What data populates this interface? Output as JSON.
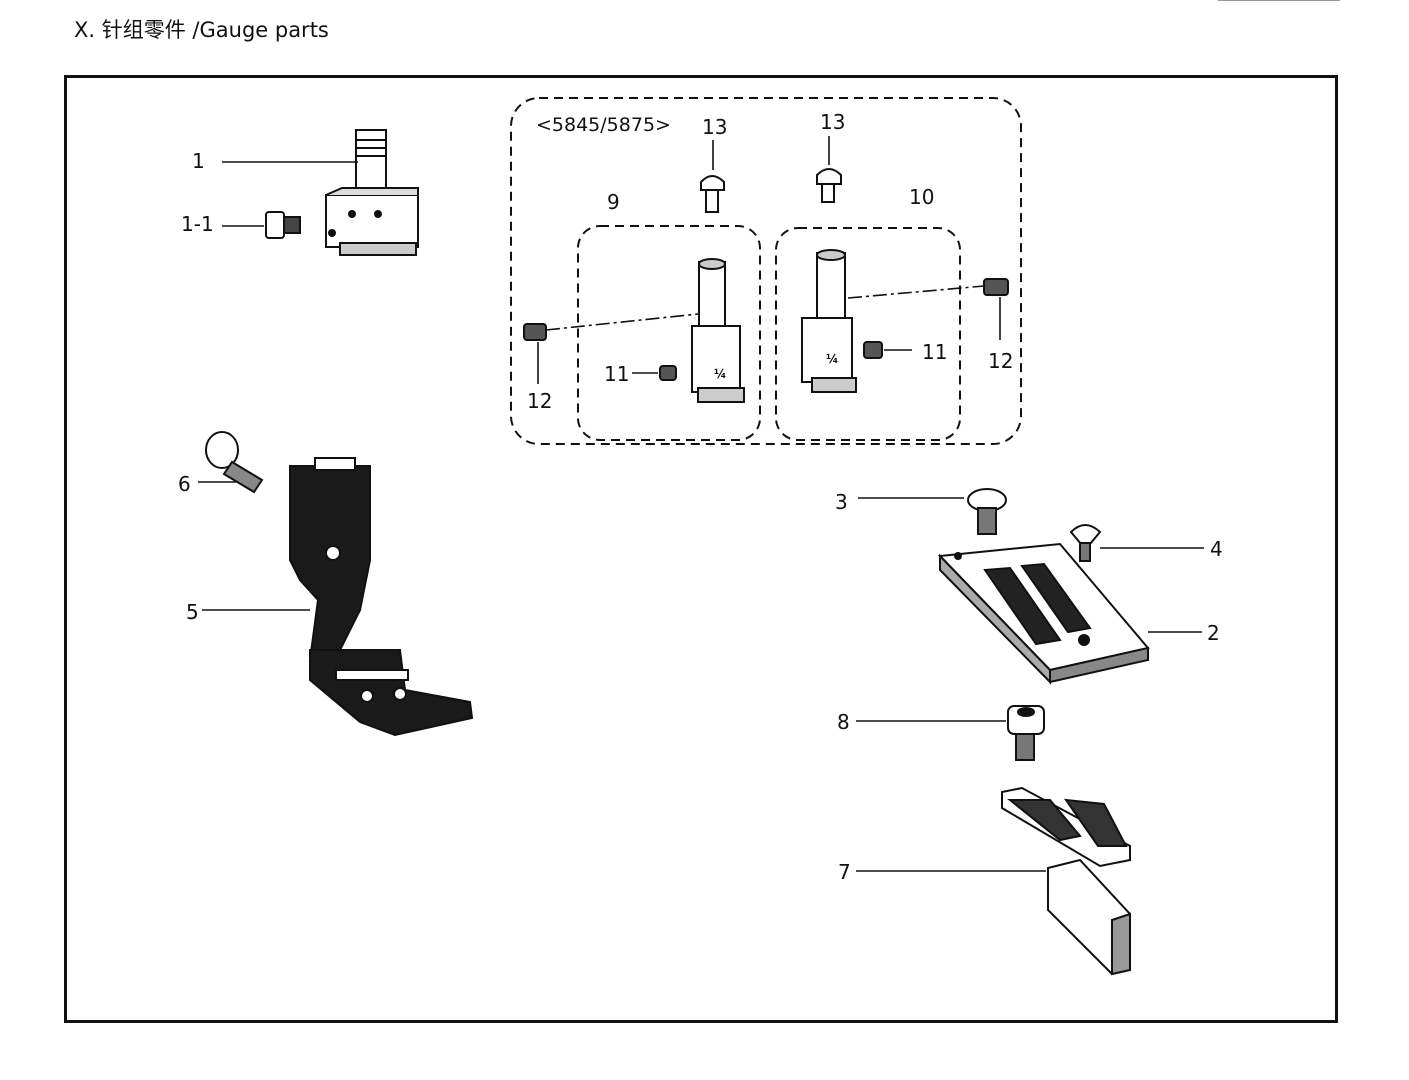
{
  "header": {
    "title": "X. 针组零件 /Gauge parts"
  },
  "diagram": {
    "group_label": "<5845/5875>",
    "callouts": {
      "part_1": "1",
      "part_1_1": "1-1",
      "part_2": "2",
      "part_3": "3",
      "part_4": "4",
      "part_5": "5",
      "part_6": "6",
      "part_7": "7",
      "part_8": "8",
      "part_9": "9",
      "part_10": "10",
      "part_11_left": "11",
      "part_11_right": "11",
      "part_12_left": "12",
      "part_12_right": "12",
      "part_13_left": "13",
      "part_13_right": "13"
    },
    "clamp_mark": "¼",
    "colors": {
      "ink": "#111111",
      "paper": "#ffffff"
    }
  }
}
